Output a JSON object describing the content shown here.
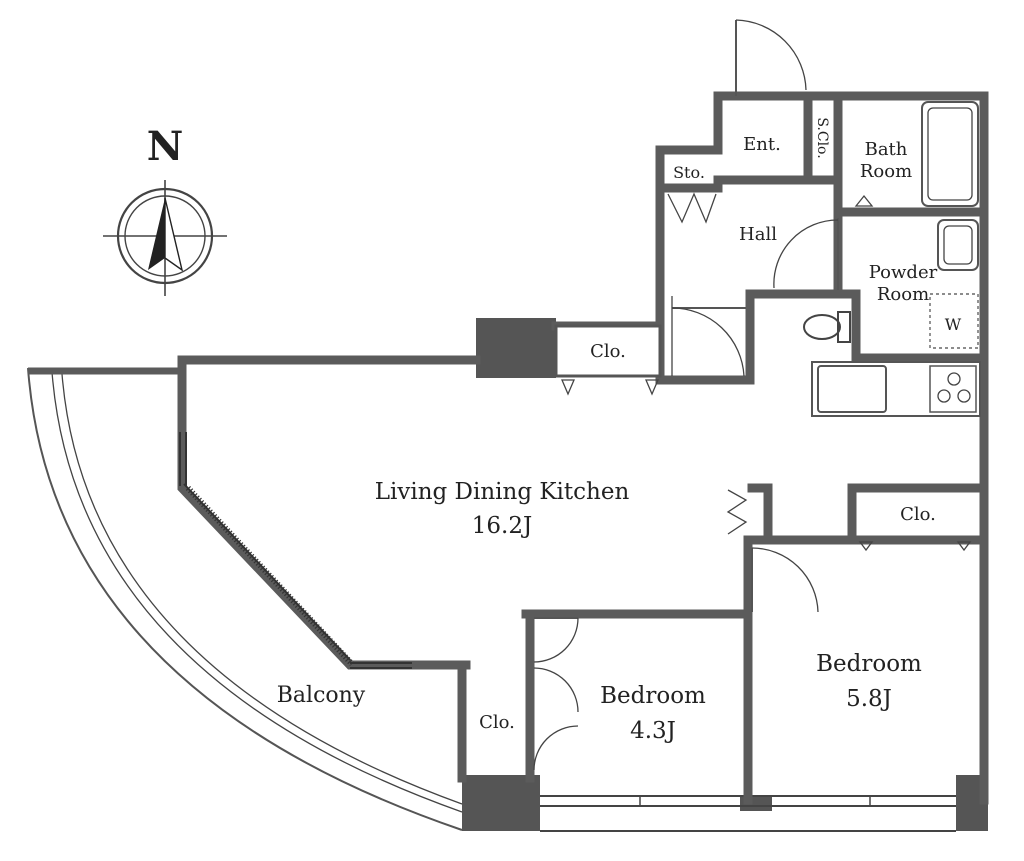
{
  "compass": {
    "north_label": "N"
  },
  "rooms": {
    "ldk": {
      "name": "Living Dining Kitchen",
      "size": "16.2J"
    },
    "bedroom_left": {
      "name": "Bedroom",
      "size": "4.3J"
    },
    "bedroom_right": {
      "name": "Bedroom",
      "size": "5.8J"
    },
    "balcony": {
      "name": "Balcony"
    },
    "entrance": {
      "name": "Ent."
    },
    "shoe_closet": {
      "name": "S.Clo."
    },
    "storage": {
      "name": "Sto."
    },
    "hall": {
      "name": "Hall"
    },
    "bath": {
      "line1": "Bath",
      "line2": "Room"
    },
    "powder": {
      "line1": "Powder",
      "line2": "Room",
      "washer": "W"
    },
    "closet_hall": {
      "name": "Clo."
    },
    "closet_right": {
      "name": "Clo."
    },
    "closet_left_bed": {
      "name": "Clo."
    }
  }
}
